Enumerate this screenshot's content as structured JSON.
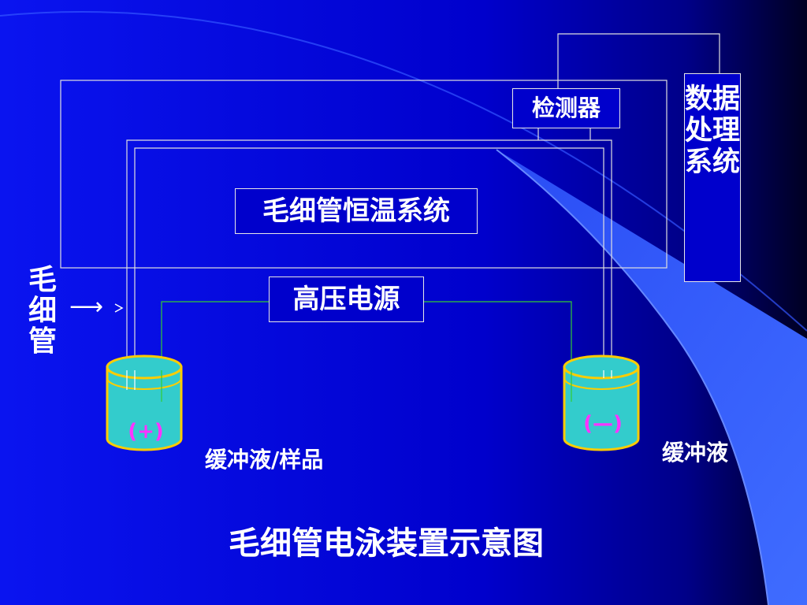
{
  "diagram": {
    "detector": "检测器",
    "thermostat_system": "毛细管恒温系统",
    "high_voltage_source": "高压电源",
    "data_processing_system": "数据处理系统",
    "capillary_label": "毛细管",
    "capillary_arrow": "⟶",
    "anode_vial": {
      "polarity": "(+)",
      "label": "缓冲液/样品"
    },
    "cathode_vial": {
      "polarity": "(—)",
      "label": "缓冲液"
    },
    "title": "毛细管电泳装置示意图"
  },
  "colors": {
    "background": "#0000cc",
    "accent_band": "#3366ff",
    "line": "#ffffff",
    "wire": "#33cc33",
    "vial_fill": "#33cccc",
    "vial_rim": "#ffcc00",
    "polarity": "#ff33ff"
  }
}
